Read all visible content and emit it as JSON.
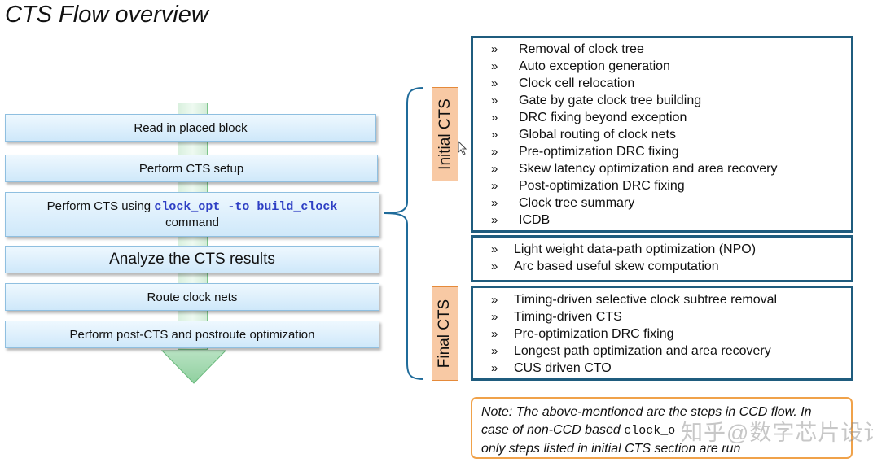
{
  "title": "CTS Flow overview",
  "flow_steps": {
    "s1": "Read in placed block",
    "s2": "Perform CTS setup",
    "s3_prefix": "Perform CTS using",
    "s3_code": "clock_opt -to build_clock",
    "s3_suffix": "command",
    "s4": "Analyze the CTS results",
    "s5": "Route clock nets",
    "s6": "Perform post-CTS and postroute optimization"
  },
  "phases": {
    "initial": "Initial CTS",
    "final": "Final CTS"
  },
  "bullet_symbol": "»",
  "initial_steps": [
    "Removal of clock tree",
    "Auto exception generation",
    "Clock cell relocation",
    "Gate by gate clock tree building",
    "DRC fixing beyond exception",
    "Global routing of clock nets",
    "Pre-optimization DRC fixing",
    "Skew latency optimization and area recovery",
    "Post-optimization DRC fixing",
    "Clock tree summary",
    "ICDB"
  ],
  "middle_steps": [
    "Light weight data-path optimization (NPO)",
    "Arc based useful skew computation"
  ],
  "final_steps": [
    "Timing-driven selective clock subtree removal",
    "Timing-driven CTS",
    "Pre-optimization DRC fixing",
    "Longest path optimization and area recovery",
    "CUS driven CTO"
  ],
  "note": {
    "line1": "Note: The above-mentioned are the steps in CCD flow. In",
    "line2_prefix": "case of non-CCD based",
    "line2_code": "clock_o",
    "line3": "only steps listed in initial CTS section are run"
  },
  "watermark": "知乎@数字芯片设计小汇"
}
